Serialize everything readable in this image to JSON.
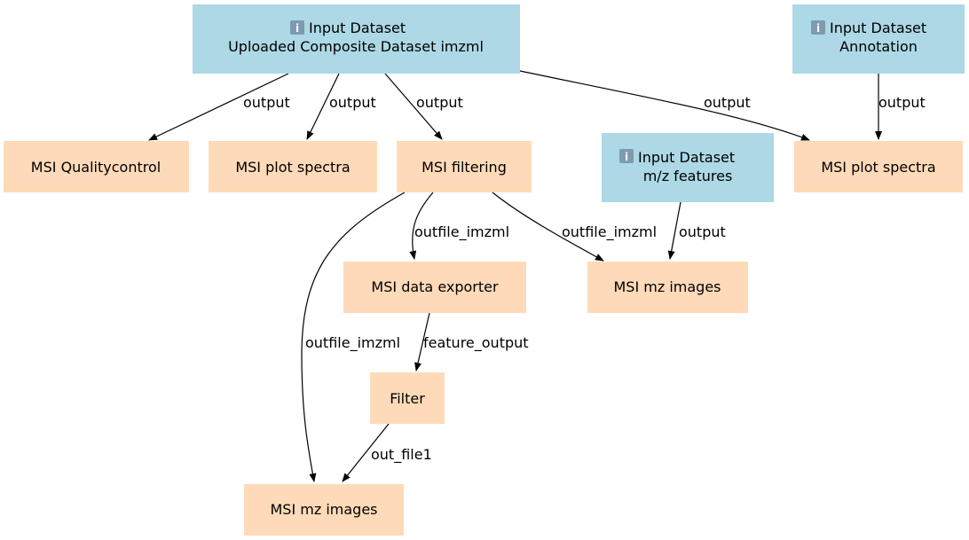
{
  "colors": {
    "input_node": "#add8e6",
    "tool_node": "#ffdab9",
    "edge": "#000000",
    "info_icon": "#7f99b0"
  },
  "nodes": {
    "input_imzml": {
      "title": "Input Dataset",
      "subtitle": "Uploaded Composite Dataset imzml",
      "icon": "info-icon"
    },
    "input_annotation": {
      "title": "Input Dataset",
      "subtitle": "Annotation",
      "icon": "info-icon"
    },
    "input_mz": {
      "title": "Input Dataset",
      "subtitle": "m/z features",
      "icon": "info-icon"
    },
    "qualitycontrol": {
      "label": "MSI Qualitycontrol"
    },
    "plot_spectra_1": {
      "label": "MSI plot spectra"
    },
    "filtering": {
      "label": "MSI filtering"
    },
    "plot_spectra_2": {
      "label": "MSI plot spectra"
    },
    "data_exporter": {
      "label": "MSI data exporter"
    },
    "mz_images_1": {
      "label": "MSI mz images"
    },
    "filter": {
      "label": "Filter"
    },
    "mz_images_2": {
      "label": "MSI mz images"
    }
  },
  "edges": {
    "e1": "output",
    "e2": "output",
    "e3": "output",
    "e4": "output",
    "e5": "output",
    "e6": "output",
    "e7": "outfile_imzml",
    "e8": "outfile_imzml",
    "e9": "outfile_imzml",
    "e10": "feature_output",
    "e11": "out_file1"
  }
}
